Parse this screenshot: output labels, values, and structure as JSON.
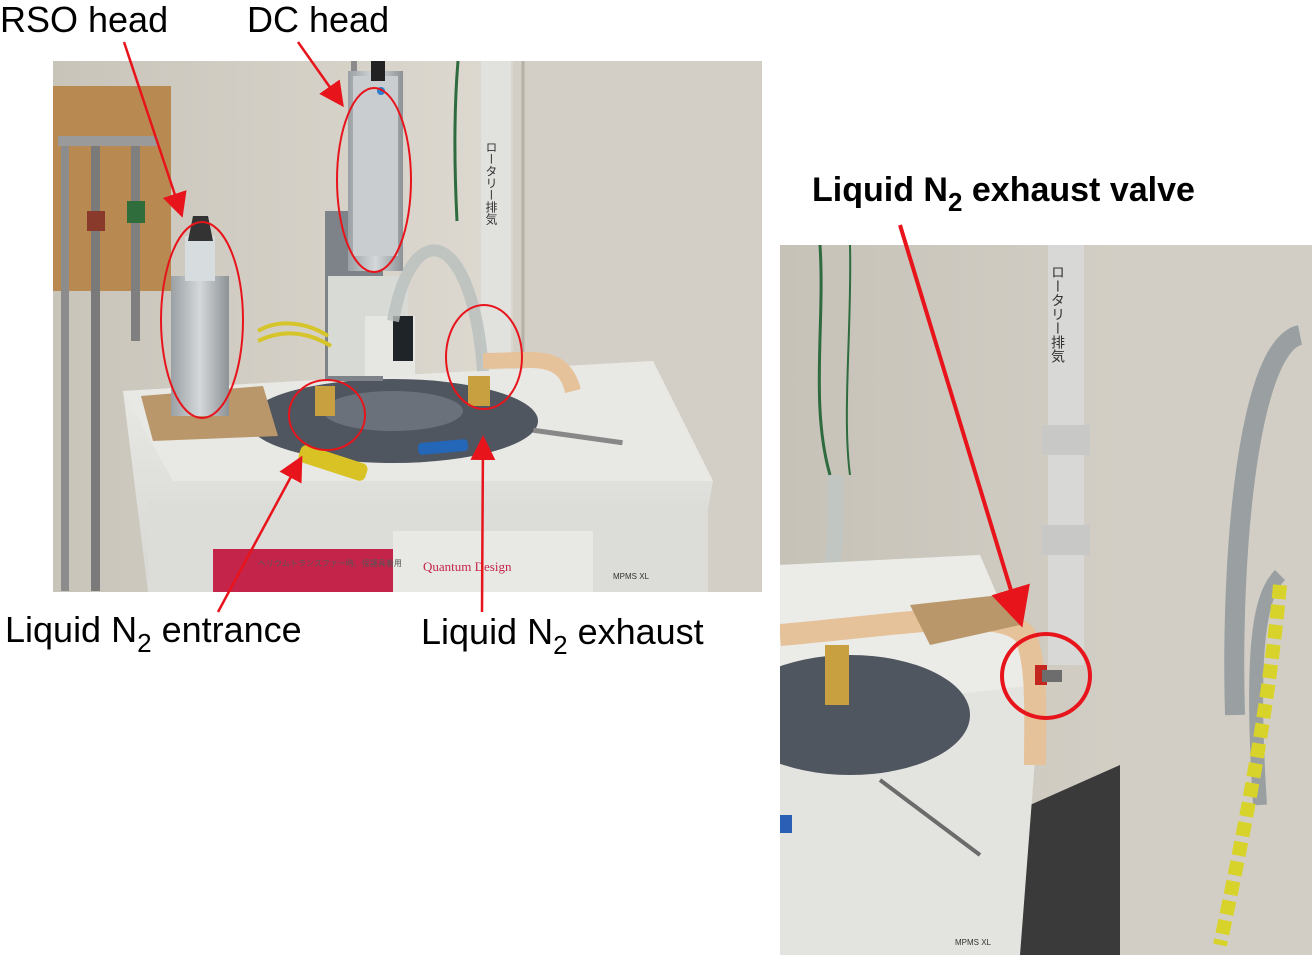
{
  "labels": {
    "rso_head": "RSO head",
    "dc_head": "DC head",
    "ln2_entrance_prefix": "Liquid N",
    "ln2_entrance_sub": "2",
    "ln2_entrance_suffix": " entrance",
    "ln2_exhaust_prefix": "Liquid N",
    "ln2_exhaust_sub": "2",
    "ln2_exhaust_suffix": " exhaust",
    "ln2_valve_prefix": "Liquid N",
    "ln2_valve_sub": "2",
    "ln2_valve_suffix": " exhaust valve"
  },
  "photo_text": {
    "pipe_label_left": "ロータリー排気",
    "pipe_label_right": "ロータリー排気",
    "brand": "Quantum Design",
    "panel_notice": "ヘリウムトランスファー時、保護具着用",
    "model_left": "MPMS XL",
    "model_right": "MPMS XL"
  },
  "colors": {
    "annotation_red": "#e8141c",
    "wall": "#d9d5cd",
    "cabinet": "#e4e4e0",
    "dewar_top": "#4f5660"
  }
}
